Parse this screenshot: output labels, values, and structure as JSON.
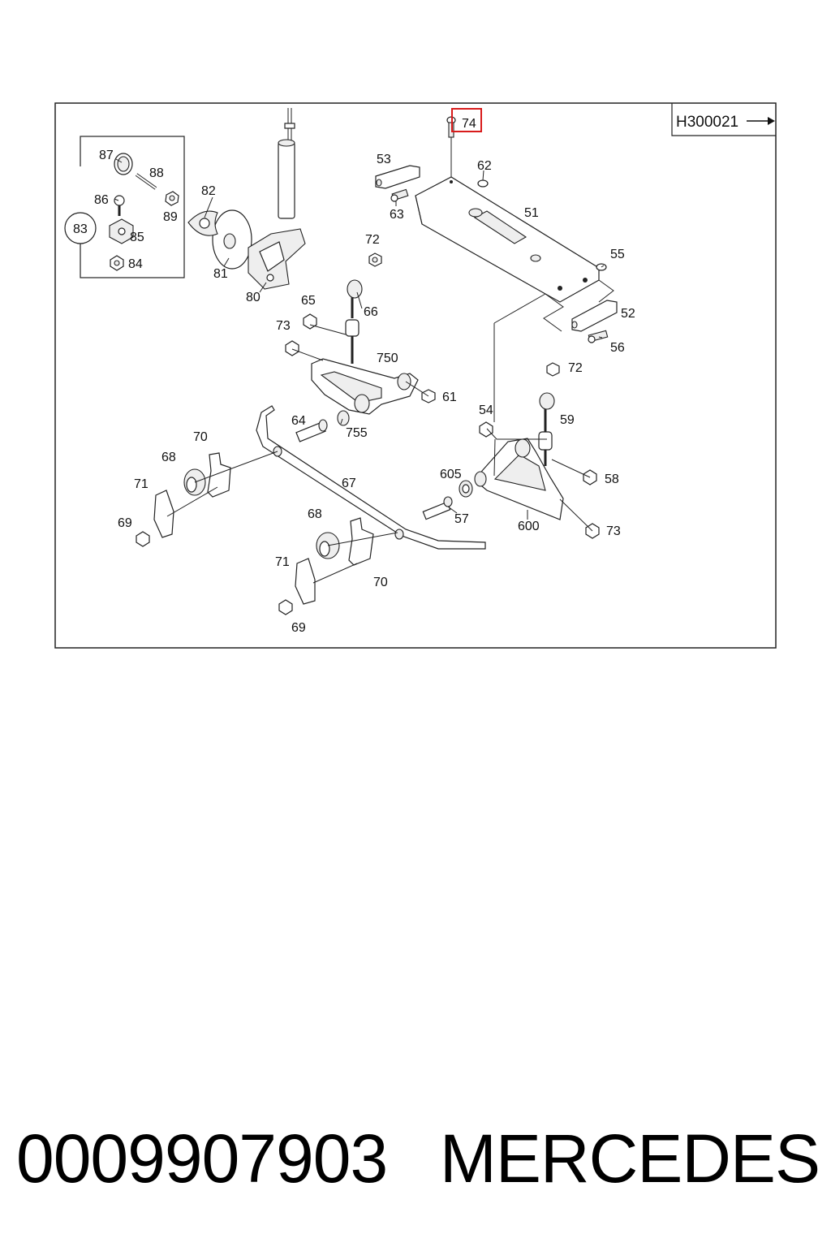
{
  "diagram": {
    "ref_code": "H300021",
    "highlighted_part": "74",
    "parts": {
      "p51": "51",
      "p52": "52",
      "p53": "53",
      "p54": "54",
      "p55": "55",
      "p56": "56",
      "p57": "57",
      "p58": "58",
      "p59": "59",
      "p61": "61",
      "p62": "62",
      "p63": "63",
      "p64": "64",
      "p65": "65",
      "p66": "66",
      "p67": "67",
      "p68a": "68",
      "p68b": "68",
      "p69a": "69",
      "p69b": "69",
      "p70a": "70",
      "p70b": "70",
      "p71a": "71",
      "p71b": "71",
      "p72a": "72",
      "p72b": "72",
      "p73a": "73",
      "p73b": "73",
      "p80": "80",
      "p81": "81",
      "p82": "82",
      "p83": "83",
      "p84": "84",
      "p85": "85",
      "p86": "86",
      "p87": "87",
      "p88": "88",
      "p89": "89",
      "p600": "600",
      "p605": "605",
      "p750": "750",
      "p755": "755"
    }
  },
  "caption": {
    "part_number": "0009907903",
    "brand": "MERCEDES"
  }
}
